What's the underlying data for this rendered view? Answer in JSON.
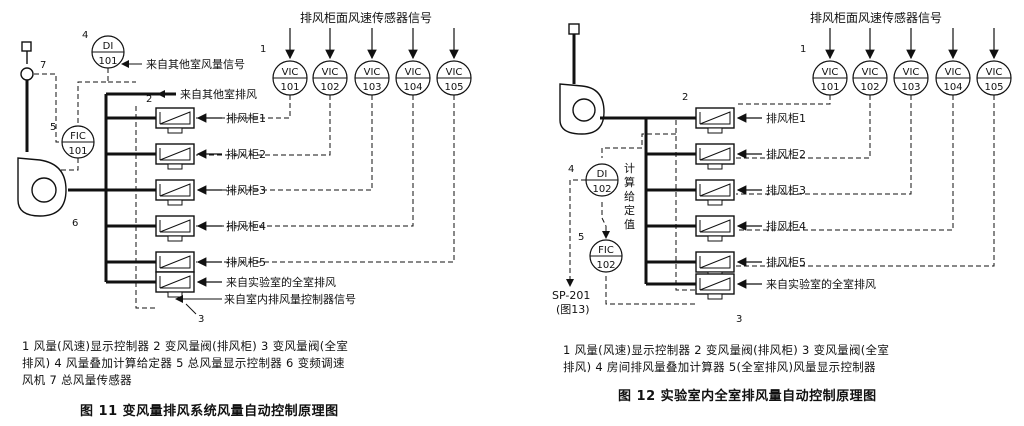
{
  "fig11": {
    "top_label": "排风柜面风速传感器信号",
    "instruments": {
      "di": {
        "tag": "DI",
        "num": "101"
      },
      "fic": {
        "tag": "FIC",
        "num": "101"
      },
      "vic": [
        {
          "tag": "VIC",
          "num": "101"
        },
        {
          "tag": "VIC",
          "num": "102"
        },
        {
          "tag": "VIC",
          "num": "103"
        },
        {
          "tag": "VIC",
          "num": "104"
        },
        {
          "tag": "VIC",
          "num": "105"
        }
      ]
    },
    "signals": {
      "other_room_flow": "来自其他室风量信号",
      "other_room_exhaust": "来自其他室排风"
    },
    "hoods": [
      "排风柜1",
      "排风柜2",
      "排风柜3",
      "排风柜4",
      "排风柜5"
    ],
    "full_room_exhaust": "来自实验室的全室排风",
    "controller_signal": "来自室内排风量控制器信号",
    "callouts": [
      "1",
      "2",
      "3",
      "4",
      "5",
      "6",
      "7"
    ],
    "caption_lines": [
      "1 风量(风速)显示控制器  2 变风量阀(排风柜)  3 变风量阀(全室",
      "排风)  4 风量叠加计算给定器  5 总风量显示控制器  6 变频调速",
      "风机  7 总风量传感器"
    ],
    "title": "图 11   变风量排风系统风量自动控制原理图"
  },
  "fig12": {
    "top_label": "排风柜面风速传感器信号",
    "instruments": {
      "di": {
        "tag": "DI",
        "num": "102"
      },
      "fic": {
        "tag": "FIC",
        "num": "102"
      },
      "vic": [
        {
          "tag": "VIC",
          "num": "101"
        },
        {
          "tag": "VIC",
          "num": "102"
        },
        {
          "tag": "VIC",
          "num": "103"
        },
        {
          "tag": "VIC",
          "num": "104"
        },
        {
          "tag": "VIC",
          "num": "105"
        }
      ]
    },
    "calc_setpoint": [
      "计",
      "算",
      "给",
      "定",
      "值"
    ],
    "hoods": [
      "排风柜1",
      "排风柜2",
      "排风柜3",
      "排风柜4",
      "排风柜5"
    ],
    "full_room_exhaust": "来自实验室的全室排风",
    "sp_ref": [
      "SP-201",
      "(图13)"
    ],
    "callouts": [
      "1",
      "2",
      "3",
      "4",
      "5"
    ],
    "caption_lines": [
      "1 风量(风速)显示控制器  2 变风量阀(排风柜)  3 变风量阀(全室",
      "排风)  4 房间排风量叠加计算器  5(全室排风)风量显示控制器"
    ],
    "title": "图 12   实验室内全室排风量自动控制原理图"
  },
  "colors": {
    "ink": "#111111",
    "background": "#ffffff"
  }
}
